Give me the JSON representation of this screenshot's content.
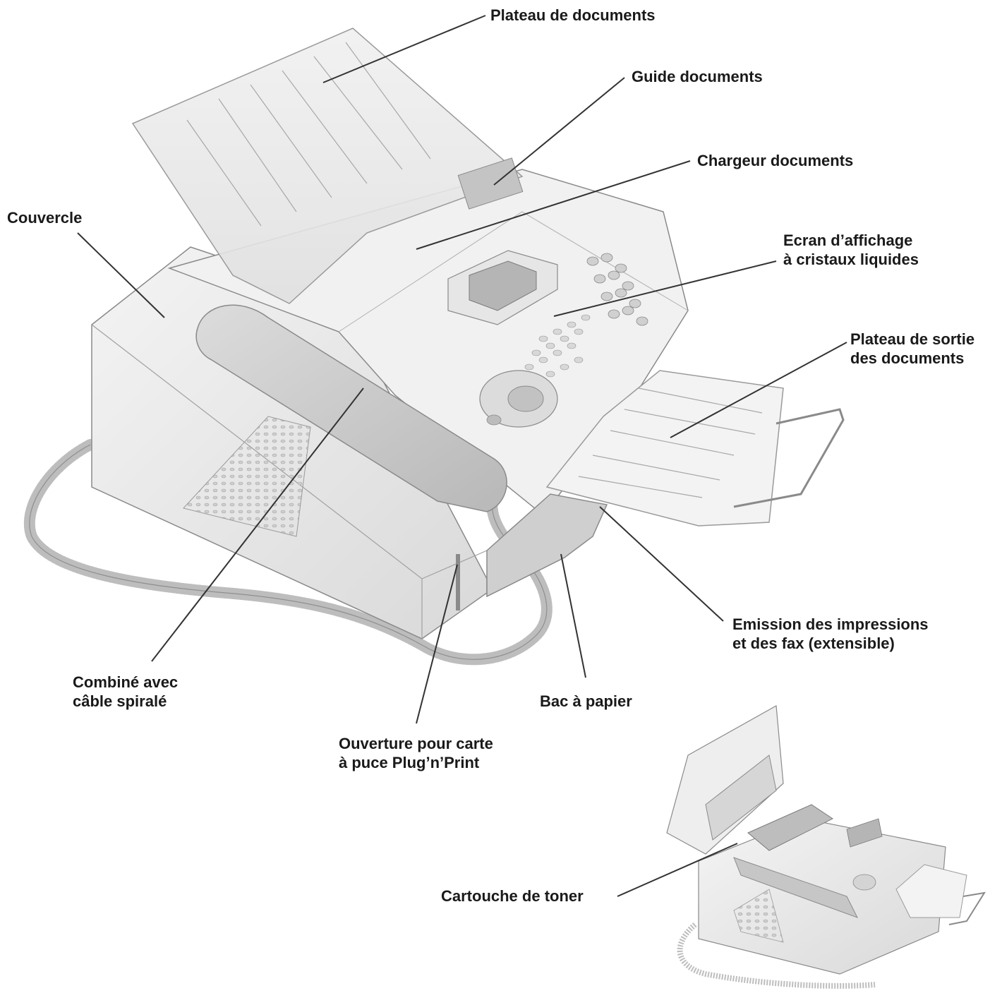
{
  "labels": {
    "plateau_documents": "Plateau de documents",
    "guide_documents": "Guide documents",
    "chargeur_documents": "Chargeur documents",
    "couvercle": "Couvercle",
    "ecran_line1": "Ecran d’affichage",
    "ecran_line2": "à cristaux liquides",
    "sortie_line1": "Plateau de sortie",
    "sortie_line2": "des documents",
    "emission_line1": "Emission des impressions",
    "emission_line2": "et des fax (extensible)",
    "combine_line1": "Combiné avec",
    "combine_line2": "câble spiralé",
    "bac_papier": "Bac à papier",
    "ouverture_line1": "Ouverture pour carte",
    "ouverture_line2": "à puce Plug’n’Print",
    "cartouche_toner": "Cartouche de toner"
  },
  "colors": {
    "body": "#ededed",
    "body_shade": "#d6d6d6",
    "outline": "#8a8a8a",
    "handset": "#c9c9c9",
    "leader": "#333333"
  }
}
